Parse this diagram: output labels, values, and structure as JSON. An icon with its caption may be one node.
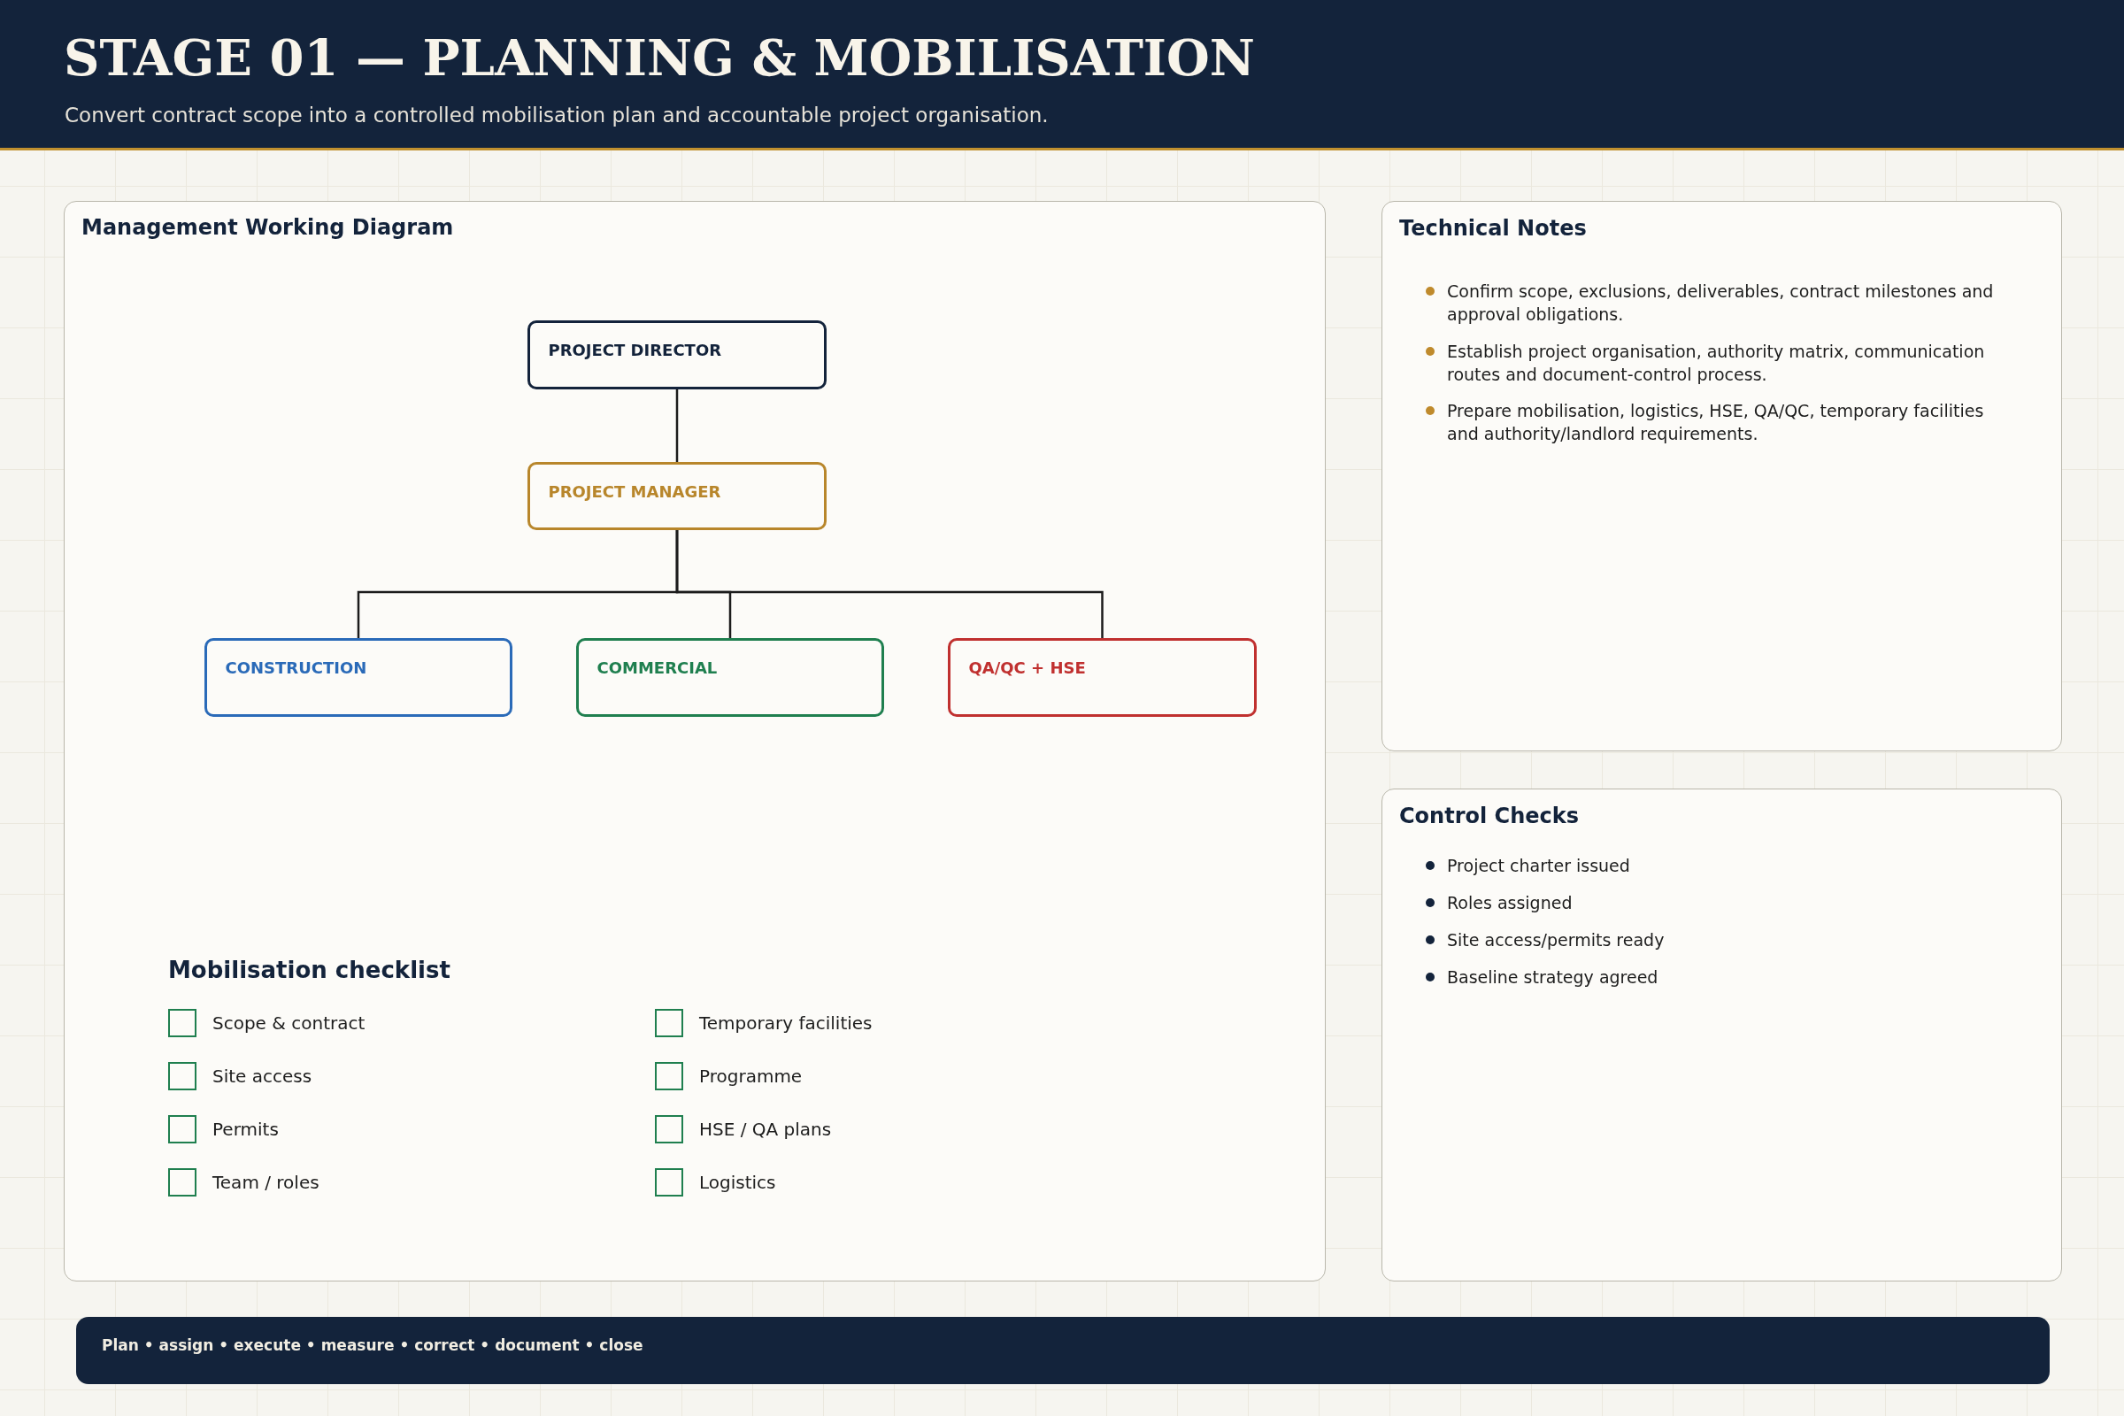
{
  "diagram": {
    "title": "STAGE 01 — PLANNING & MOBILISATION",
    "nodes": [
      {
        "text": [
          "Management Working Diagram",
          "Mobilisation checklist",
          "Scope & contract",
          "Site access",
          "Permits",
          "Team / roles",
          "Temporary facilities",
          "Programme",
          "HSE / QA plans",
          "Logistics"
        ]
      },
      {
        "text": [
          "PROJECT DIRECTOR"
        ],
        "in": 0
      },
      {
        "text": [
          "PROJECT MANAGER"
        ],
        "in": 0
      },
      {
        "text": [
          "CONSTRUCTION"
        ],
        "in": 0
      },
      {
        "text": [
          "COMMERCIAL"
        ],
        "in": 0
      },
      {
        "text": [
          "QA/QC + HSE"
        ],
        "in": 0
      },
      {
        "text": [
          "Technical Notes",
          "Confirm scope, exclusions, deliverables, contract milestones and approval obligations.",
          "Establish project organisation, authority matrix, communication routes and document-control process.",
          "Prepare mobilisation, logistics, HSE, QA/QC, temporary facilities and authority/landlord requirements."
        ]
      },
      {
        "text": [
          "Control Checks",
          "Project charter issued",
          "Roles assigned",
          "Site access/permits ready",
          "Baseline strategy agreed"
        ]
      },
      {
        "text": [
          "Plan • assign • execute • measure • correct • document • close"
        ]
      }
    ],
    "edges": [
      {
        "from": 1,
        "to": 2,
        "arrow": "none"
      },
      {
        "from": 2,
        "to": 3,
        "arrow": "none"
      },
      {
        "from": 2,
        "to": 4,
        "arrow": "none"
      },
      {
        "from": 2,
        "to": 5,
        "arrow": "none"
      }
    ],
    "labels": [
      "Convert contract scope into a controlled mobilisation plan and accountable project organisation."
    ]
  }
}
